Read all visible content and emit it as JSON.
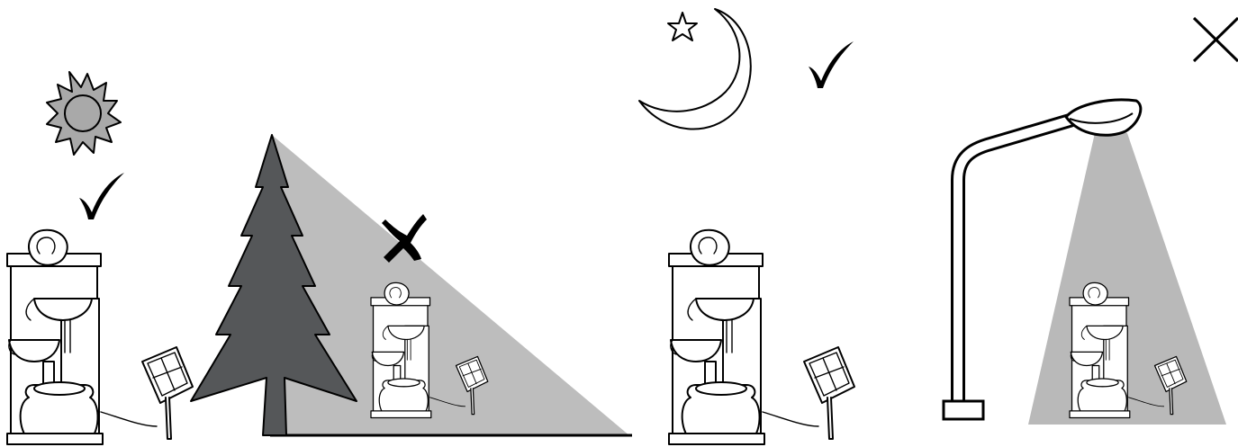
{
  "panels": [
    {
      "id": "sunlight",
      "symbol": "sun-icon",
      "verdict": "correct"
    },
    {
      "id": "tree-shade",
      "symbol": "tree-icon",
      "verdict": "incorrect"
    },
    {
      "id": "night",
      "symbol": "moon-icon",
      "verdict": "correct"
    },
    {
      "id": "street-lamp",
      "symbol": "street-lamp-icon",
      "verdict": "incorrect"
    }
  ],
  "colors": {
    "line": "#000000",
    "sun_fill": "#a9a9a9",
    "tree_fill": "#555759",
    "shade_fill": "#bdbdbd",
    "lamp_beam": "#b9b9b9",
    "background": "#ffffff"
  }
}
